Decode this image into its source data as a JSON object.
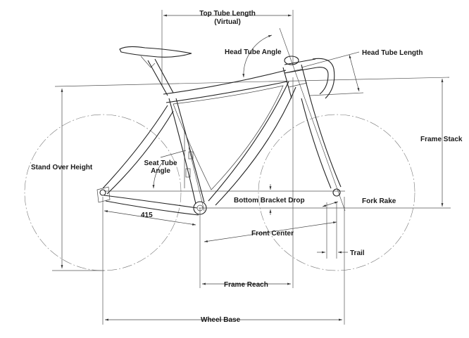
{
  "labels": {
    "top_tube_length_line1": "Top Tube Length",
    "top_tube_length_line2": "(Virtual)",
    "head_tube_angle": "Head Tube Angle",
    "head_tube_length": "Head Tube Length",
    "frame_stack": "Frame Stack",
    "stand_over_height": "Stand Over Height",
    "seat_tube_angle_line1": "Seat Tube",
    "seat_tube_angle_line2": "Angle",
    "bottom_bracket_drop": "Bottom Bracket Drop",
    "fork_rake": "Fork Rake",
    "chainstay_value": "415",
    "front_center": "Front Center",
    "trail": "Trail",
    "frame_reach": "Frame Reach",
    "wheel_base": "Wheel Base"
  }
}
